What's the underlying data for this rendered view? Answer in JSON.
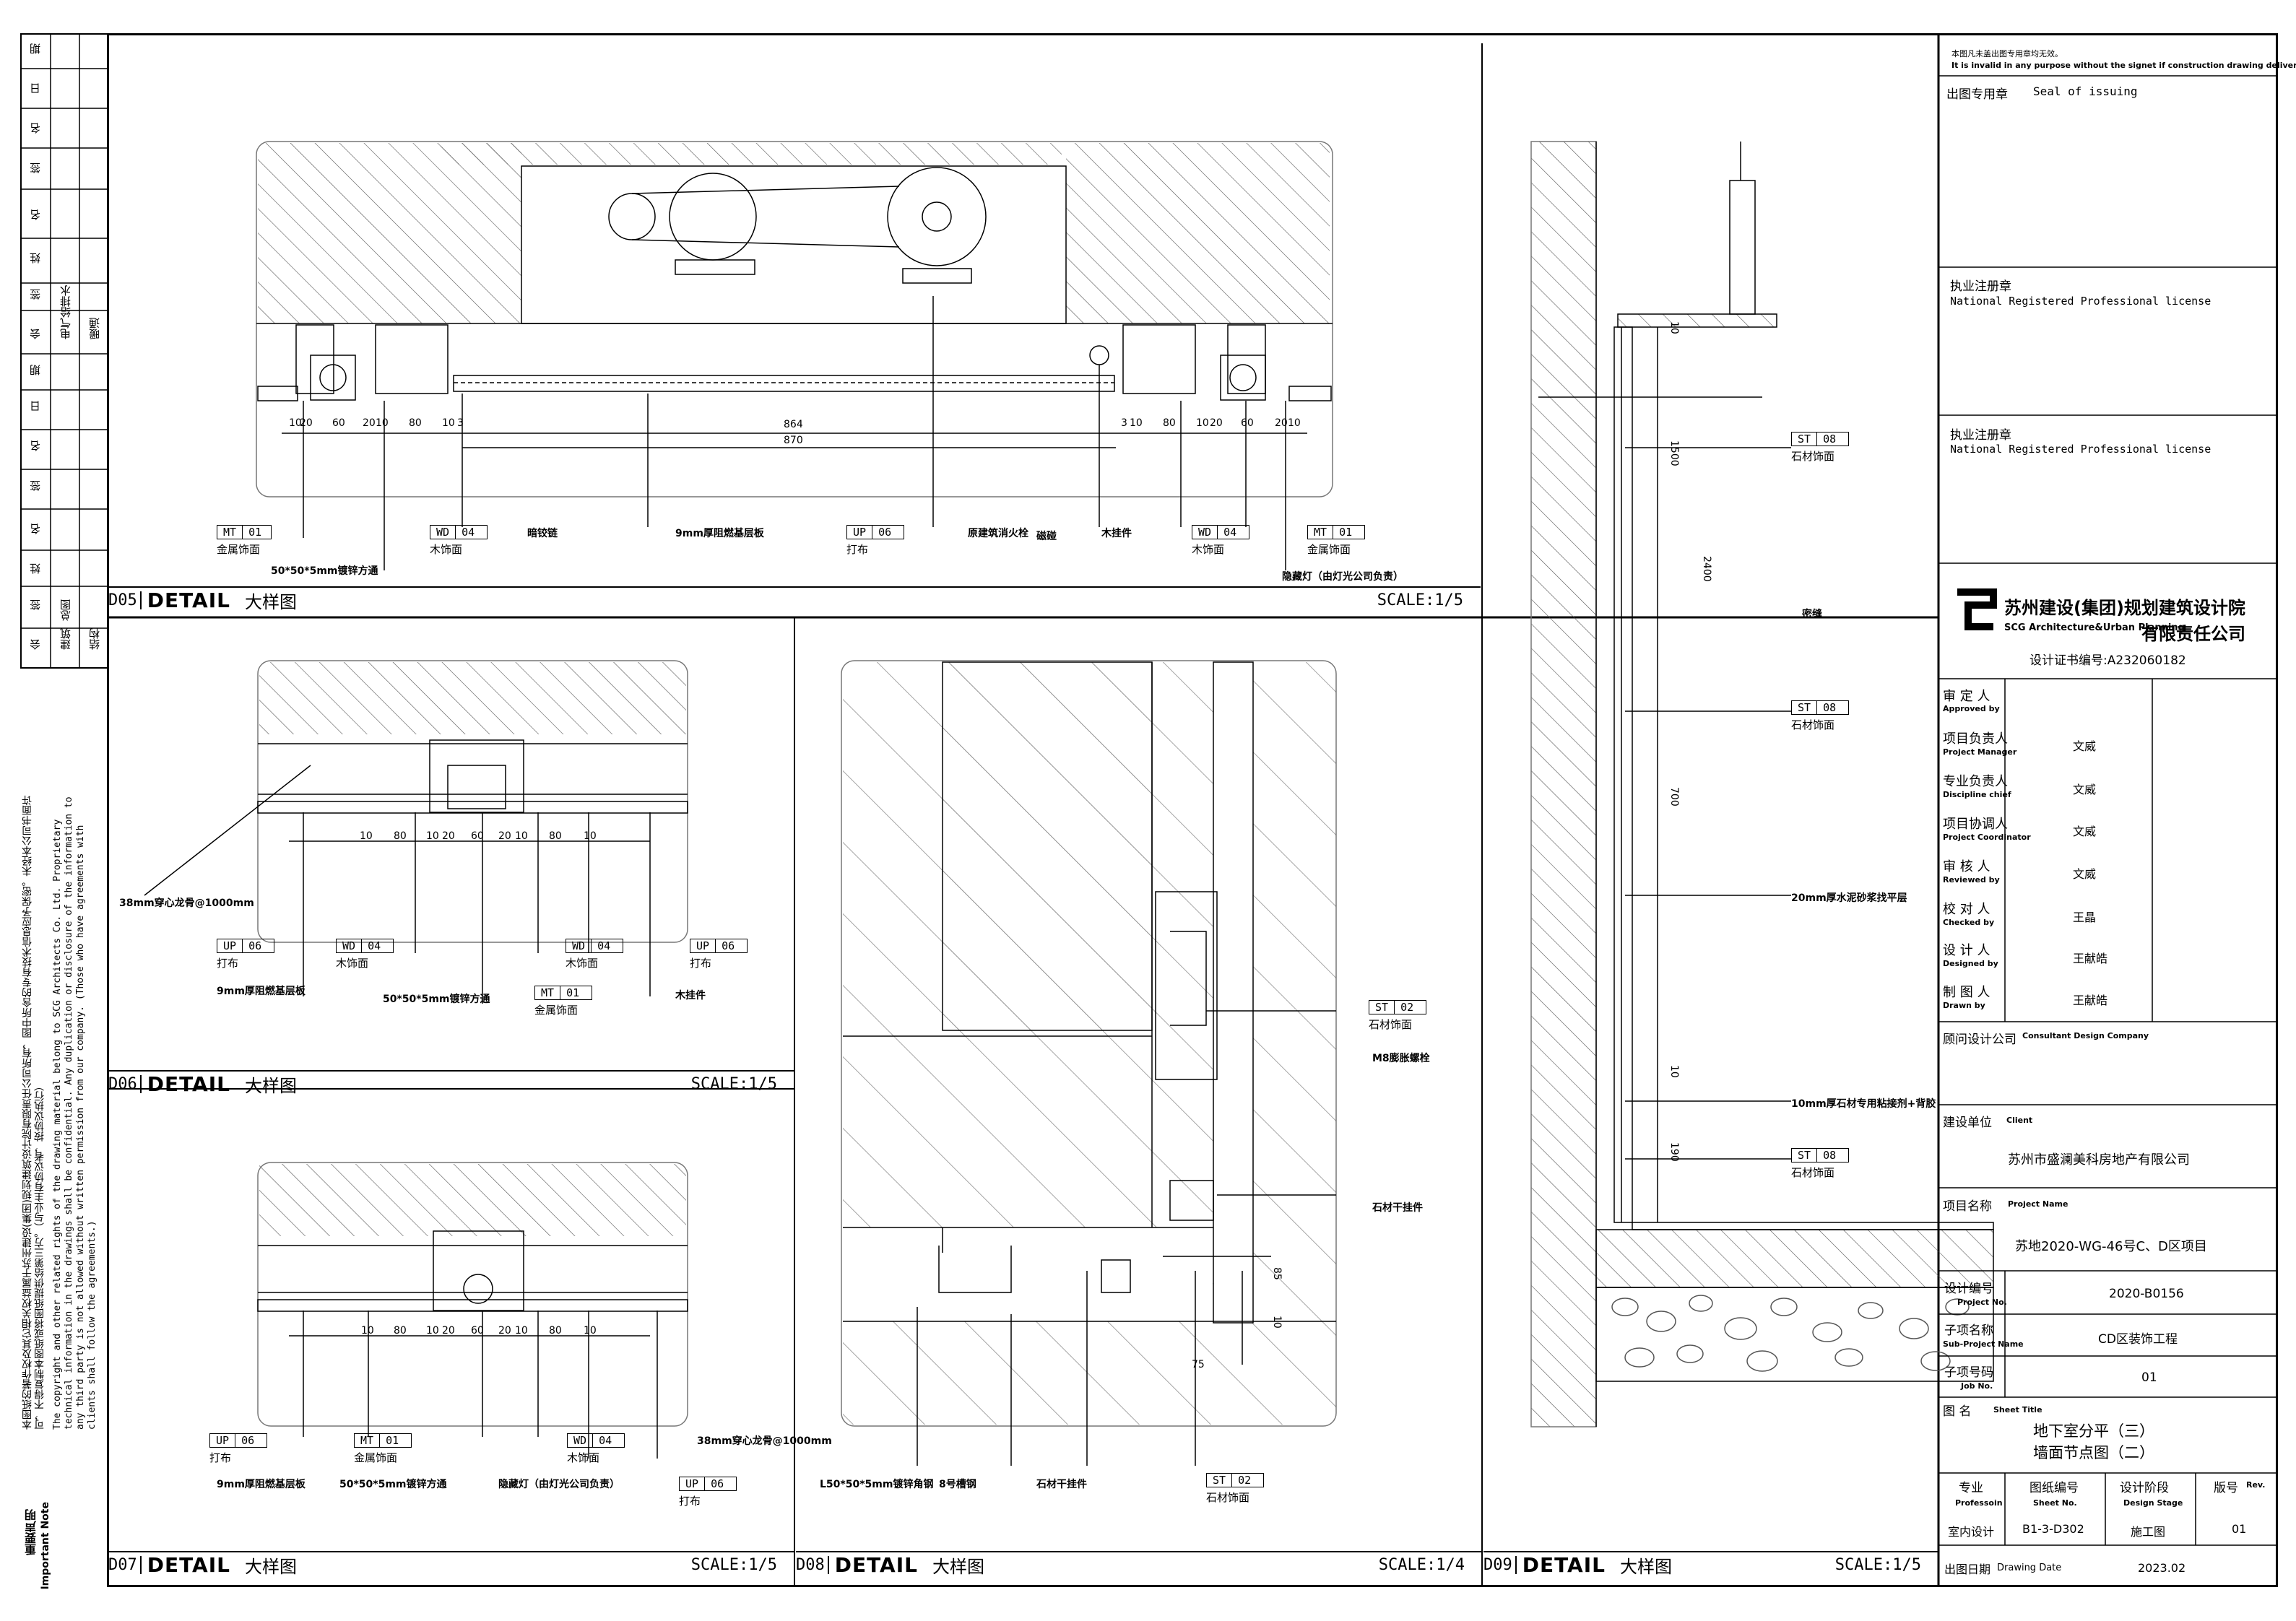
{
  "left_strip": {
    "columns": [
      "期",
      "日",
      "名",
      "签",
      "名",
      "姓",
      "签",
      "会",
      "给排水",
      "电气",
      "暖通",
      "期",
      "日",
      "名",
      "签",
      "名",
      "姓",
      "签",
      "会",
      "总图",
      "建筑",
      "结构"
    ],
    "note_title_cn": "重要声明",
    "note_title_en": "Important Note",
    "note_cn": "本图纸的著作权及其它相关权益属于苏州建设(集团)规划建筑设计院有限责任公司所有，图中所含的专有技术信息应予保密。未经本公司书面许可，不得复制本图纸或将图纸提供给第三方。（与业主有协议者，按协议执行）",
    "note_en": "The copyright and other related rights of the drawing material belong to SCG Architects Co. Ltd. Proprietary technical information in the drawings shall be confidential. Any duplication or disclosure of the information to any third party is not allowed without written permission from our company. (Those who have agreements with clients shall follow the agreements.)"
  },
  "panels": {
    "d05": {
      "num": "D05",
      "word": "DETAIL",
      "cn": "大样图",
      "scale": "SCALE:1/5",
      "dims": [
        "10",
        "20",
        "60",
        "20",
        "10",
        "80",
        "10",
        "3",
        "864",
        "870",
        "3",
        "10",
        "80",
        "10",
        "20",
        "60",
        "20",
        "10"
      ],
      "tags": [
        {
          "code": "MT",
          "no": "01",
          "label": "金属饰面"
        },
        {
          "code": "WD",
          "no": "04",
          "label": "木饰面"
        },
        {
          "code": "UP",
          "no": "06",
          "label": "打布"
        },
        {
          "code": "WD",
          "no": "04",
          "label": "木饰面"
        },
        {
          "code": "MT",
          "no": "01",
          "label": "金属饰面"
        }
      ],
      "notes": [
        "50*50*5mm镀锌方通",
        "暗铰链",
        "9mm厚阻燃基层板",
        "原建筑消火栓",
        "磁碰",
        "木挂件",
        "隐藏灯（由灯光公司负责）"
      ]
    },
    "d06": {
      "num": "D06",
      "word": "DETAIL",
      "cn": "大样图",
      "scale": "SCALE:1/5",
      "dims": [
        "10",
        "80",
        "10",
        "20",
        "60",
        "20",
        "10",
        "80",
        "10"
      ],
      "tags": [
        {
          "code": "UP",
          "no": "06",
          "label": "打布"
        },
        {
          "code": "WD",
          "no": "04",
          "label": "木饰面"
        },
        {
          "code": "MT",
          "no": "01",
          "label": "金属饰面"
        },
        {
          "code": "WD",
          "no": "04",
          "label": "木饰面"
        },
        {
          "code": "UP",
          "no": "06",
          "label": "打布"
        }
      ],
      "notes": [
        "38mm穿心龙骨@1000mm",
        "9mm厚阻燃基层板",
        "50*50*5mm镀锌方通",
        "木挂件"
      ]
    },
    "d07": {
      "num": "D07",
      "word": "DETAIL",
      "cn": "大样图",
      "scale": "SCALE:1/5",
      "dims": [
        "10",
        "80",
        "10",
        "20",
        "60",
        "20",
        "10",
        "80",
        "10"
      ],
      "tags": [
        {
          "code": "UP",
          "no": "06",
          "label": "打布"
        },
        {
          "code": "MT",
          "no": "01",
          "label": "金属饰面"
        },
        {
          "code": "WD",
          "no": "04",
          "label": "木饰面"
        },
        {
          "code": "UP",
          "no": "06",
          "label": "打布"
        }
      ],
      "notes": [
        "9mm厚阻燃基层板",
        "50*50*5mm镀锌方通",
        "隐藏灯（由灯光公司负责）",
        "38mm穿心龙骨@1000mm"
      ]
    },
    "d08": {
      "num": "D08",
      "word": "DETAIL",
      "cn": "大样图",
      "scale": "SCALE:1/4",
      "dims": [
        "85",
        "10",
        "75"
      ],
      "tags": [
        {
          "code": "ST",
          "no": "02",
          "label": "石材饰面"
        },
        {
          "code": "ST",
          "no": "02",
          "label": "石材饰面"
        }
      ],
      "notes": [
        "M8膨胀螺栓",
        "石材干挂件",
        "L50*50*5mm镀锌角钢",
        "8号槽钢",
        "石材干挂件"
      ]
    },
    "d09": {
      "num": "D09",
      "word": "DETAIL",
      "cn": "大样图",
      "scale": "SCALE:1/5",
      "dims": [
        "10",
        "1500",
        "2400",
        "700",
        "10",
        "190"
      ],
      "tags": [
        {
          "code": "ST",
          "no": "08",
          "label": "石材饰面"
        },
        {
          "code": "ST",
          "no": "08",
          "label": "石材饰面"
        },
        {
          "code": "ST",
          "no": "08",
          "label": "石材饰面"
        }
      ],
      "notes": [
        "密缝",
        "20mm厚水泥砂浆找平层",
        "10mm厚石材专用粘接剂+背胶"
      ]
    }
  },
  "title_block": {
    "warn_cn": "本图凡未盖出图专用章均无效。",
    "warn_en": "It is invalid in any purpose without the signet if construction drawing deliver",
    "seal_cn": "出图专用章",
    "seal_en": "Seal of issuing",
    "license1_cn": "执业注册章",
    "license1_en": "National Registered Professional license",
    "license2_cn": "执业注册章",
    "license2_en": "National Registered Professional license",
    "company_cn1": "苏州建设(集团)规划建筑设计院",
    "company_en": "SCG Architecture&Urban Planning",
    "company_cn2": "有限责任公司",
    "cert": "设计证书编号:A232060182",
    "signers": [
      {
        "cn": "审  定  人",
        "en": "Approved by",
        "name": ""
      },
      {
        "cn": "项目负责人",
        "en": "Project Manager",
        "name": "文威"
      },
      {
        "cn": "专业负责人",
        "en": "Discipline chief",
        "name": "文威"
      },
      {
        "cn": "项目协调人",
        "en": "Project Coordinator",
        "name": "文威"
      },
      {
        "cn": "审  核  人",
        "en": "Reviewed by",
        "name": "文威"
      },
      {
        "cn": "校  对  人",
        "en": "Checked by",
        "name": "王晶"
      },
      {
        "cn": "设  计  人",
        "en": "Designed by",
        "name": "王献皓"
      },
      {
        "cn": "制  图  人",
        "en": "Drawn by",
        "name": "王献皓"
      }
    ],
    "consultant_cn": "顾问设计公司",
    "consultant_en": "Consultant Design Company",
    "client_cn": "建设单位",
    "client_en": "Client",
    "client_value": "苏州市盛澜美科房地产有限公司",
    "project_cn": "项目名称",
    "project_en": "Project Name",
    "project_value": "苏地2020-WG-46号C、D区项目",
    "project_no_cn": "设计编号",
    "project_no_en": "Project No.",
    "project_no_value": "2020-B0156",
    "sub_cn": "子项名称",
    "sub_en": "Sub-Project Name",
    "sub_value": "CD区装饰工程",
    "job_cn": "子项号码",
    "job_en": "Job No.",
    "job_value": "01",
    "sheet_title_cn": "图  名",
    "sheet_title_en": "Sheet Title",
    "sheet_title_line1": "地下室分平（三）",
    "sheet_title_line2": "墙面节点图（二）",
    "prof_cn": "专业",
    "prof_en": "Professoin",
    "prof_value": "室内设计",
    "sheet_no_cn": "图纸编号",
    "sheet_no_en": "Sheet No.",
    "sheet_no_value": "B1-3-D302",
    "stage_cn": "设计阶段",
    "stage_en": "Design Stage",
    "stage_value": "施工图",
    "rev_cn": "版号",
    "rev_en": "Rev.",
    "rev_value": "01",
    "date_cn": "出图日期",
    "date_en": "Drawing Date",
    "date_value": "2023.02"
  },
  "colors": {
    "line": "#000000",
    "hatch": "#555555",
    "background": "#ffffff"
  }
}
